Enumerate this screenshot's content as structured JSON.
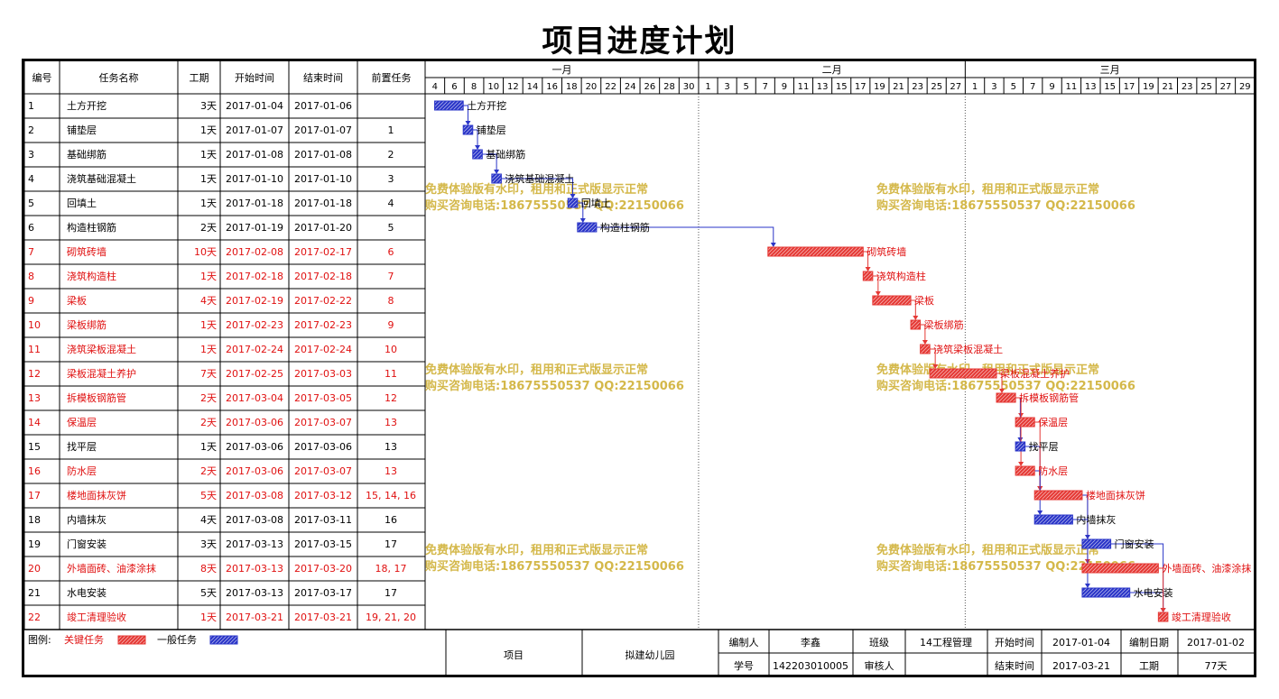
{
  "title": "项目进度计划",
  "columns": {
    "id": "编号",
    "name": "任务名称",
    "dur": "工期",
    "start": "开始时间",
    "end": "结束时间",
    "pred": "前置任务"
  },
  "months": [
    "一月",
    "二月",
    "三月"
  ],
  "days": {
    "jan": [
      "4",
      "6",
      "8",
      "10",
      "12",
      "14",
      "16",
      "18",
      "20",
      "22",
      "24",
      "26",
      "28",
      "30"
    ],
    "feb": [
      "1",
      "3",
      "5",
      "7",
      "9",
      "11",
      "13",
      "15",
      "17",
      "19",
      "21",
      "23",
      "25",
      "27"
    ],
    "mar": [
      "1",
      "3",
      "5",
      "7",
      "9",
      "11",
      "13",
      "15",
      "17",
      "19",
      "21",
      "23",
      "25",
      "27",
      "29"
    ]
  },
  "tasks": [
    {
      "id": "1",
      "name": "土方开挖",
      "dur": "3天",
      "start": "2017-01-04",
      "end": "2017-01-06",
      "pred": "",
      "critical": false
    },
    {
      "id": "2",
      "name": "铺垫层",
      "dur": "1天",
      "start": "2017-01-07",
      "end": "2017-01-07",
      "pred": "1",
      "critical": false
    },
    {
      "id": "3",
      "name": "基础绑筋",
      "dur": "1天",
      "start": "2017-01-08",
      "end": "2017-01-08",
      "pred": "2",
      "critical": false
    },
    {
      "id": "4",
      "name": "浇筑基础混凝土",
      "dur": "1天",
      "start": "2017-01-10",
      "end": "2017-01-10",
      "pred": "3",
      "critical": false
    },
    {
      "id": "5",
      "name": "回填土",
      "dur": "1天",
      "start": "2017-01-18",
      "end": "2017-01-18",
      "pred": "4",
      "critical": false
    },
    {
      "id": "6",
      "name": "构造柱钢筋",
      "dur": "2天",
      "start": "2017-01-19",
      "end": "2017-01-20",
      "pred": "5",
      "critical": false
    },
    {
      "id": "7",
      "name": "砌筑砖墙",
      "dur": "10天",
      "start": "2017-02-08",
      "end": "2017-02-17",
      "pred": "6",
      "critical": true
    },
    {
      "id": "8",
      "name": "浇筑构造柱",
      "dur": "1天",
      "start": "2017-02-18",
      "end": "2017-02-18",
      "pred": "7",
      "critical": true
    },
    {
      "id": "9",
      "name": "梁板",
      "dur": "4天",
      "start": "2017-02-19",
      "end": "2017-02-22",
      "pred": "8",
      "critical": true
    },
    {
      "id": "10",
      "name": "梁板绑筋",
      "dur": "1天",
      "start": "2017-02-23",
      "end": "2017-02-23",
      "pred": "9",
      "critical": true
    },
    {
      "id": "11",
      "name": "浇筑梁板混凝土",
      "dur": "1天",
      "start": "2017-02-24",
      "end": "2017-02-24",
      "pred": "10",
      "critical": true
    },
    {
      "id": "12",
      "name": "梁板混凝土养护",
      "dur": "7天",
      "start": "2017-02-25",
      "end": "2017-03-03",
      "pred": "11",
      "critical": true
    },
    {
      "id": "13",
      "name": "拆模板钢筋管",
      "dur": "2天",
      "start": "2017-03-04",
      "end": "2017-03-05",
      "pred": "12",
      "critical": true
    },
    {
      "id": "14",
      "name": "保温层",
      "dur": "2天",
      "start": "2017-03-06",
      "end": "2017-03-07",
      "pred": "13",
      "critical": true
    },
    {
      "id": "15",
      "name": "找平层",
      "dur": "1天",
      "start": "2017-03-06",
      "end": "2017-03-06",
      "pred": "13",
      "critical": false
    },
    {
      "id": "16",
      "name": "防水层",
      "dur": "2天",
      "start": "2017-03-06",
      "end": "2017-03-07",
      "pred": "13",
      "critical": true
    },
    {
      "id": "17",
      "name": "楼地面抹灰饼",
      "dur": "5天",
      "start": "2017-03-08",
      "end": "2017-03-12",
      "pred": "15, 14, 16",
      "critical": true
    },
    {
      "id": "18",
      "name": "内墙抹灰",
      "dur": "4天",
      "start": "2017-03-08",
      "end": "2017-03-11",
      "pred": "16",
      "critical": false
    },
    {
      "id": "19",
      "name": "门窗安装",
      "dur": "3天",
      "start": "2017-03-13",
      "end": "2017-03-15",
      "pred": "17",
      "critical": false
    },
    {
      "id": "20",
      "name": "外墙面砖、油漆涂抹",
      "dur": "8天",
      "start": "2017-03-13",
      "end": "2017-03-20",
      "pred": "18, 17",
      "critical": true
    },
    {
      "id": "21",
      "name": "水电安装",
      "dur": "5天",
      "start": "2017-03-13",
      "end": "2017-03-17",
      "pred": "17",
      "critical": false
    },
    {
      "id": "22",
      "name": "竣工清理验收",
      "dur": "1天",
      "start": "2017-03-21",
      "end": "2017-03-21",
      "pred": "19, 21, 20",
      "critical": true
    }
  ],
  "watermark": {
    "line1": "免费体验版有水印，租用和正式版显示正常",
    "line2": "购买咨询电话:18675550537 QQ:22150066"
  },
  "legend": {
    "label": "图例:",
    "critical": "关键任务",
    "normal": "一般任务"
  },
  "footer": {
    "project_label": "项目",
    "project_value": "拟建幼儿园",
    "editor_label": "编制人",
    "editor_value": "李鑫",
    "class_label": "班级",
    "class_value": "14工程管理",
    "start_label": "开始时间",
    "start_value": "2017-01-04",
    "date_label": "编制日期",
    "date_value": "2017-01-02",
    "sid_label": "学号",
    "sid_value": "142203010005",
    "review_label": "审核人",
    "review_value": "",
    "end_label": "结束时间",
    "end_value": "2017-03-21",
    "dur_label": "工期",
    "dur_value": "77天"
  },
  "colors": {
    "critical": "#e53935",
    "normal": "#2a35c8",
    "crit_text": "#e01010",
    "watermark": "#d4b84a"
  }
}
